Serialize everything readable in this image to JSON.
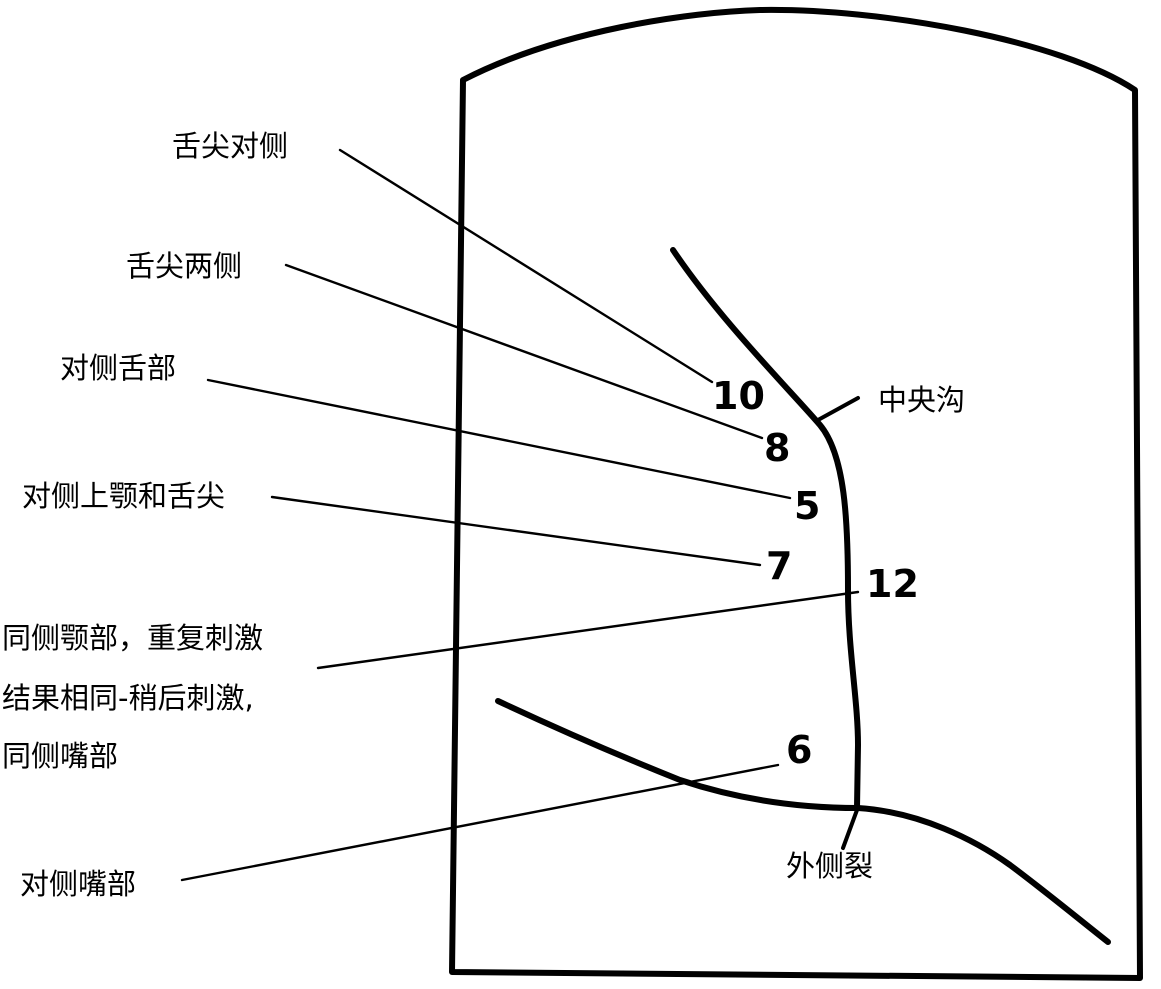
{
  "labels": {
    "tongue_tip_contralateral": "舌尖对侧",
    "tongue_tip_bilateral": "舌尖两侧",
    "contralateral_tongue": "对侧舌部",
    "contralateral_palate_tongue_tip": "对侧上颚和舌尖",
    "ipsilateral_jaw_line1": "同侧颚部，重复刺激",
    "ipsilateral_jaw_line2": "结果相同-稍后刺激,",
    "ipsilateral_jaw_line3": "同侧嘴部",
    "contralateral_mouth": "对侧嘴部",
    "central_sulcus": "中央沟",
    "lateral_fissure": "外侧裂"
  },
  "points": {
    "p10": "10",
    "p8": "8",
    "p5": "5",
    "p7": "7",
    "p12": "12",
    "p6": "6"
  }
}
